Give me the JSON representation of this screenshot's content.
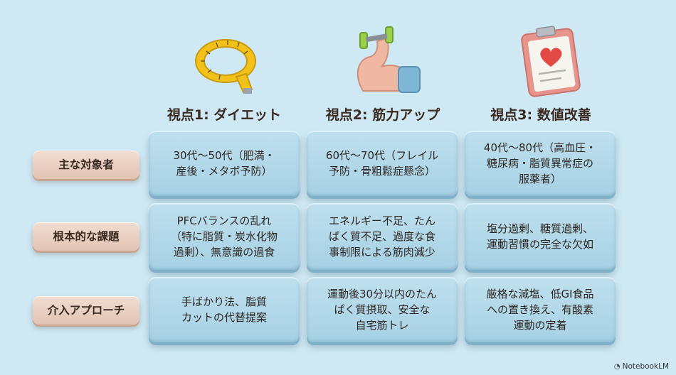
{
  "columns": [
    {
      "title": "視点1: ダイエット",
      "icon": "tape-measure-icon"
    },
    {
      "title": "視点2: 筋力アップ",
      "icon": "flexed-arm-dumbbell-icon"
    },
    {
      "title": "視点3: 数値改善",
      "icon": "clipboard-heart-icon"
    }
  ],
  "rows": [
    {
      "label": "主な対象者",
      "cells": [
        "30代〜50代（肥満・\n産後・メタボ予防）",
        "60代〜70代（フレイル\n予防・骨粗鬆症懸念）",
        "40代〜80代（高血圧・\n糖尿病・脂質異常症の\n服薬者）"
      ]
    },
    {
      "label": "根本的な課題",
      "cells": [
        "PFCバランスの乱れ\n（特に脂質・炭水化物\n過剰）、無意識の過食",
        "エネルギー不足、たん\nぱく質不足、過度な食\n事制限による筋肉減少",
        "塩分過剰、糖質過剰、\n運動習慣の完全な欠如"
      ]
    },
    {
      "label": "介入アプローチ",
      "cells": [
        "手ばかり法、脂質\nカットの代替提案",
        "運動後30分以内のたん\nぱく質摂取、安全な\n自宅筋トレ",
        "厳格な減塩、低GI食品\nへの置き換え、有酸素\n運動の定着"
      ]
    }
  ],
  "watermark": "NotebookLM",
  "colors": {
    "background": "#cfe9f4",
    "cell": "#b3d8e9",
    "label": "#ead0c2",
    "text": "#3a2a22"
  }
}
